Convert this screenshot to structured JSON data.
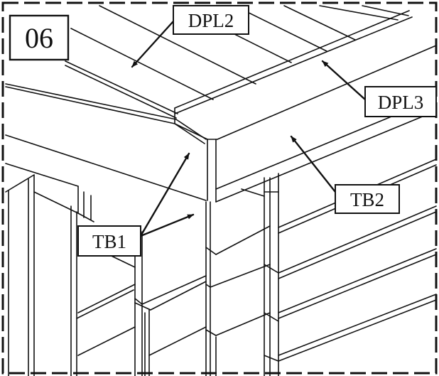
{
  "step": {
    "number": "06"
  },
  "callouts": {
    "dpl2": "DPL2",
    "dpl3": "DPL3",
    "tb1": "TB1",
    "tb2": "TB2"
  }
}
